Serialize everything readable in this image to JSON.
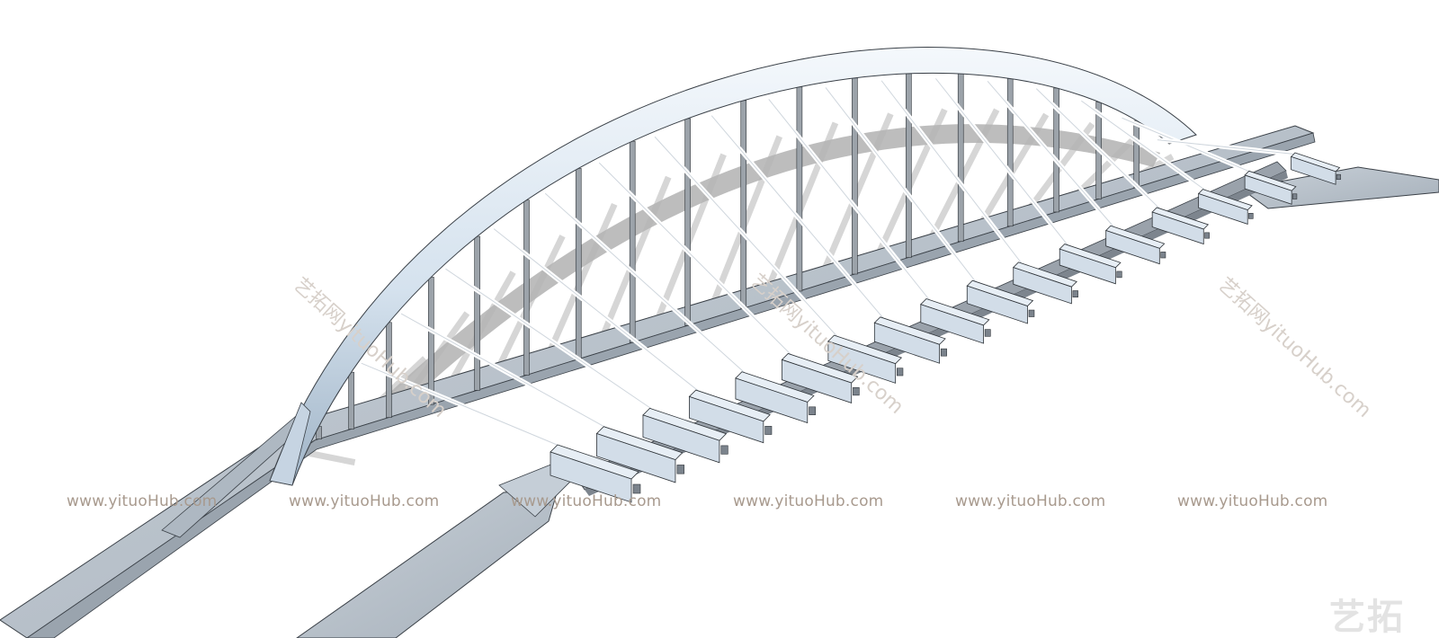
{
  "watermark": {
    "site": "www.yituoHub.com",
    "diagonal": "艺拓网yituoHub.com",
    "logo_text": "艺拓",
    "color": "#a89a8e"
  },
  "colors": {
    "deck": "#b9c2cc",
    "deck_dark": "#8e98a3",
    "arch": "#dbe6f1",
    "arch_shade": "#a9bccf",
    "hanger": "#9ca3aa",
    "cable": "#f2f5f8",
    "shadow": "#b5b5b5",
    "crossbeam": "#d2dde8",
    "outline": "#2e3338"
  }
}
